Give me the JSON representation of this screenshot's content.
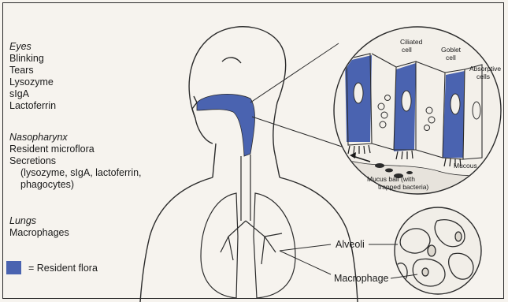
{
  "eyes": {
    "heading": "Eyes",
    "items": [
      "Blinking",
      "Tears",
      "Lysozyme",
      "sIgA",
      "Lactoferrin"
    ]
  },
  "nasopharynx": {
    "heading": "Nasopharynx",
    "items": [
      "Resident microflora",
      "Secretions"
    ],
    "sub_items": [
      "(lysozyme, sIgA, lactoferrin,",
      "phagocytes)"
    ]
  },
  "lungs": {
    "heading": "Lungs",
    "items": [
      "Macrophages"
    ]
  },
  "legend": {
    "label": "= Resident flora",
    "color": "#4a63b0"
  },
  "callouts": {
    "ciliated_cell": [
      "Ciliated",
      "cell"
    ],
    "goblet_cell": [
      "Goblet",
      "cell"
    ],
    "absorptive_cells": [
      "Absorptive",
      "cells"
    ],
    "mucous": "Mucous",
    "mucus_ball": [
      "Mucus ball (with",
      "trapped bacteria)"
    ],
    "alveoli": "Alveoli",
    "macrophage": "Macrophage"
  },
  "colors": {
    "flora_blue": "#4a63b0",
    "line": "#2b2b2b",
    "background": "#f6f3ee"
  }
}
